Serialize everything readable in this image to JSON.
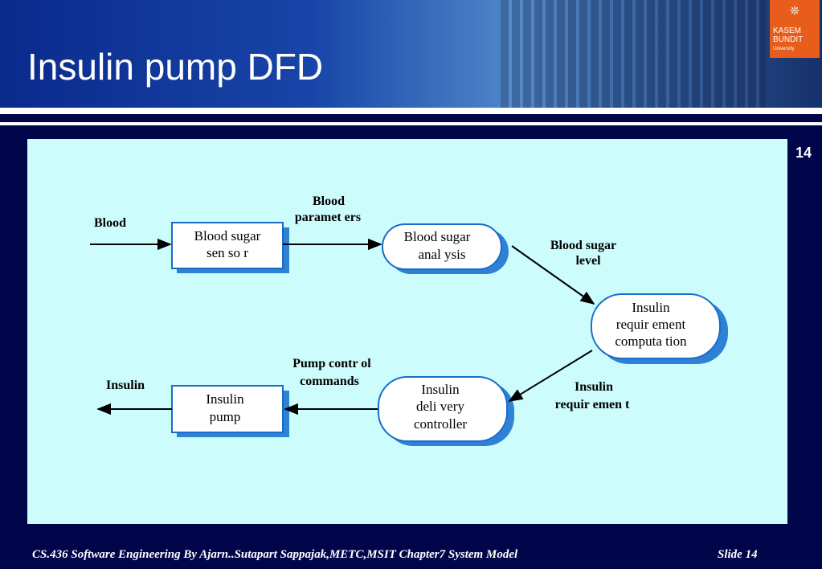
{
  "slide": {
    "title": "Insulin pump DFD",
    "number": "14",
    "logo": {
      "line1": "KASEM",
      "line2": "BUNDIT",
      "line3": "University"
    }
  },
  "diagram": {
    "external_labels": {
      "blood_in": "Blood",
      "insulin_out": "Insulin"
    },
    "nodes": {
      "sensor": [
        "Blood sugar",
        "sen so r"
      ],
      "analysis": [
        "Blood sugar",
        "anal ysis"
      ],
      "computation": [
        "Insulin",
        "requir ement",
        "computa tion"
      ],
      "controller": [
        "Insulin",
        "deli very",
        "controller"
      ],
      "pump": [
        "Insulin",
        "pump"
      ]
    },
    "flows": {
      "blood_parameters": [
        "Blood",
        "paramet ers"
      ],
      "blood_sugar_level": [
        "Blood sugar",
        "level"
      ],
      "insulin_requirement": [
        "Insulin",
        "requir emen t"
      ],
      "pump_control_commands": [
        "Pump contr ol",
        "commands"
      ]
    }
  },
  "footer": {
    "left": "CS.436 Software Engineering By  Ajarn..Sutapart Sappajak,METC,MSIT Chapter7  System Model",
    "right": "Slide  14"
  }
}
